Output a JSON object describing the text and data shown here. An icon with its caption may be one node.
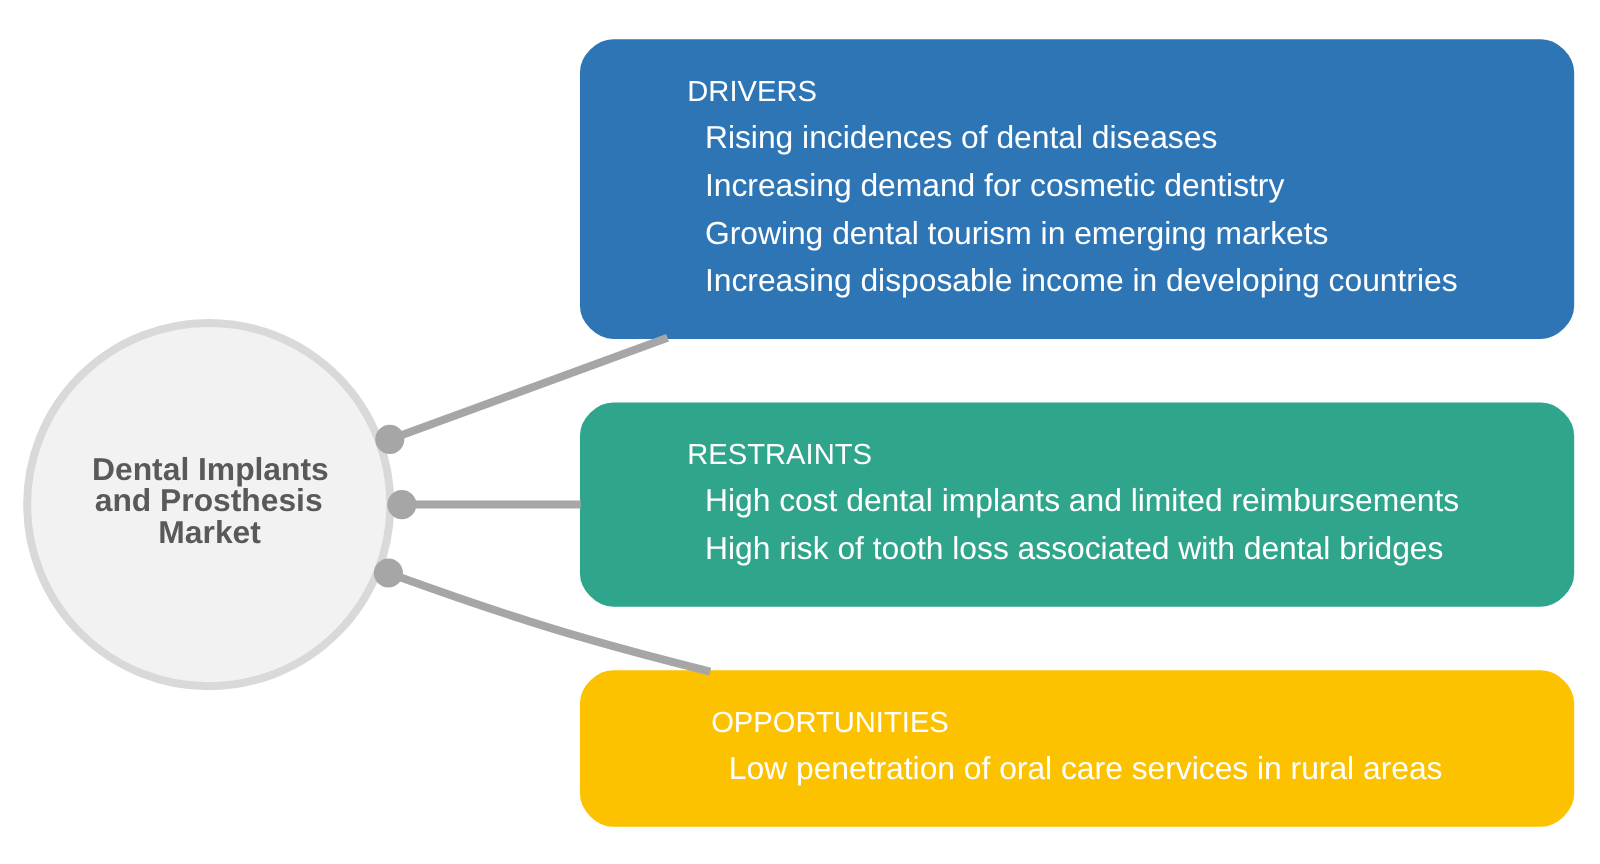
{
  "diagram": {
    "nodes": [
      {
        "text": [
          "Dental Implants and Prosthesis Market"
        ]
      },
      {
        "text": [
          "DRIVERS",
          "Rising incidences of dental diseases",
          "Increasing demand for cosmetic dentistry",
          "Growing dental tourism in emerging markets",
          "Increasing disposable income in developing countries"
        ]
      },
      {
        "text": [
          "RESTRAINTS",
          "High cost dental implants and limited reimbursements",
          "High risk of tooth loss associated with dental bridges"
        ]
      },
      {
        "text": [
          "OPPORTUNITIES",
          "Low penetration of oral care services in rural areas"
        ]
      }
    ],
    "edges": [
      {
        "from": 0,
        "to": 1,
        "arrow": "other"
      },
      {
        "from": 0,
        "to": 2,
        "arrow": "other"
      },
      {
        "from": 0,
        "to": 3,
        "arrow": "other"
      }
    ]
  }
}
